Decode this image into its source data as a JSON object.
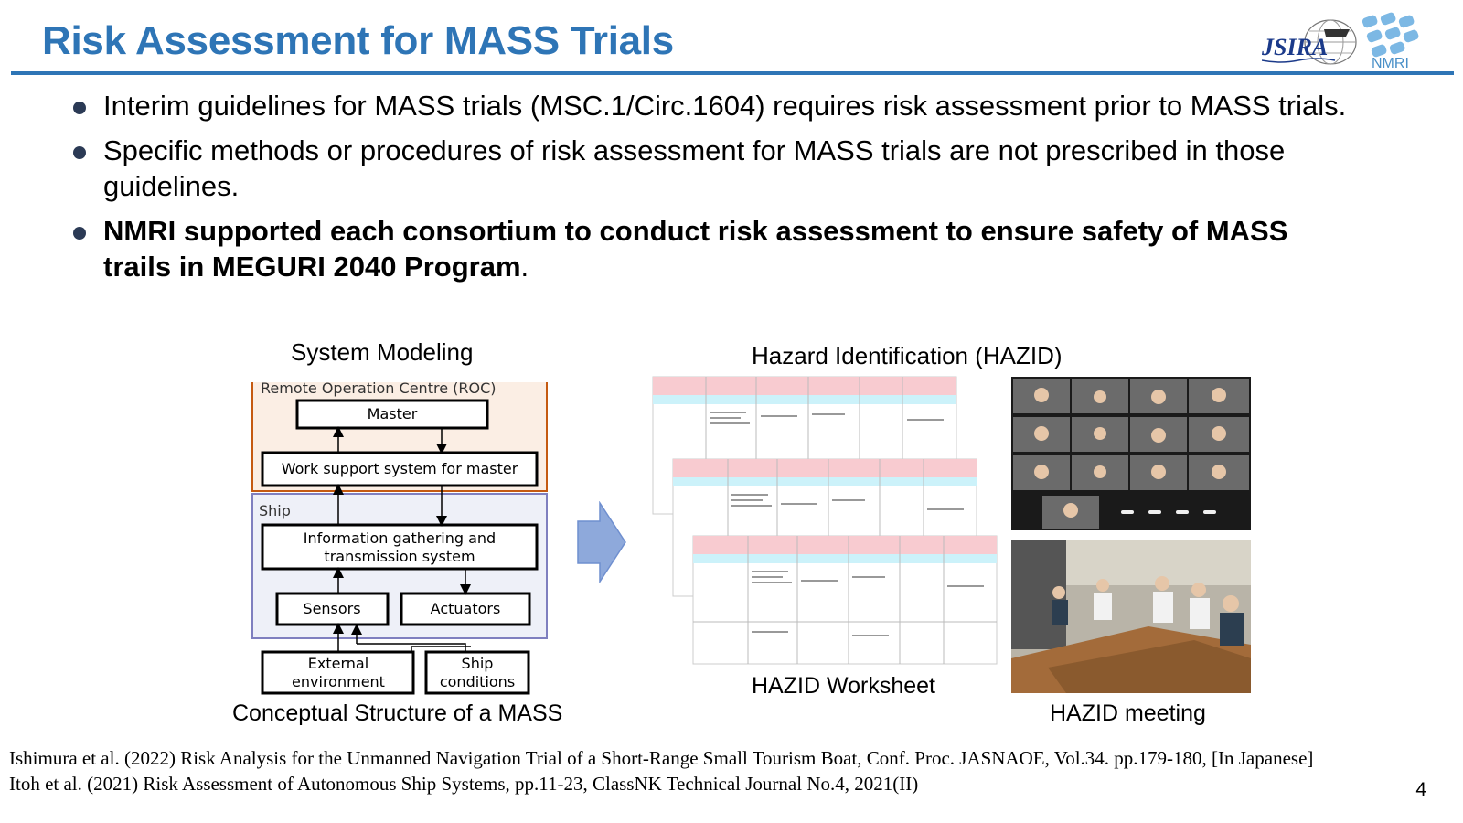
{
  "slide": {
    "title": "Risk Assessment for MASS Trials",
    "page_number": "4",
    "logos": {
      "jsira": "JSIRA",
      "nmri": "NMRI"
    }
  },
  "bullets": [
    {
      "text": "Interim guidelines for MASS trials (MSC.1/Circ.1604) requires risk assessment prior to MASS trials."
    },
    {
      "text": "Specific methods or procedures of risk assessment for MASS trials are not prescribed in those guidelines."
    },
    {
      "bold": "NMRI supported each consortium to conduct risk assessment to ensure safety of MASS trails in MEGURI 2040 Program",
      "tail": "."
    }
  ],
  "figures": {
    "system_modeling_title": "System Modeling",
    "system_caption": "Conceptual Structure of a MASS",
    "hazid_title": "Hazard Identification (HAZID)",
    "worksheet_caption": "HAZID Worksheet",
    "meeting_caption": "HAZID meeting"
  },
  "diagram": {
    "roc_label": "Remote Operation Centre (ROC)",
    "master": "Master",
    "work_support": "Work support system for master",
    "ship_label": "Ship",
    "info_line1": "Information gathering and",
    "info_line2": "transmission system",
    "sensors": "Sensors",
    "actuators": "Actuators",
    "external_line1": "External",
    "external_line2": "environment",
    "ship_cond_line1": "Ship",
    "ship_cond_line2": "conditions"
  },
  "references": [
    "Ishimura et al. (2022) Risk Analysis for the Unmanned Navigation Trial of a Short-Range Small Tourism Boat, Conf. Proc. JASNAOE, Vol.34. pp.179-180, [In Japanese]",
    "Itoh et al. (2021) Risk Assessment of Autonomous Ship Systems, pp.11-23, ClassNK Technical Journal No.4, 2021(II)"
  ],
  "colors": {
    "title_blue": "#2e75b6",
    "roc_border": "#c55a11",
    "roc_fill": "#fbeee4",
    "ship_border": "#7f7fbf",
    "ship_fill": "#eef0f8",
    "arrow_fill": "#8ea9db",
    "worksheet_header_pink": "#f8cbd0",
    "worksheet_row_cyan": "#ccf2fa"
  }
}
